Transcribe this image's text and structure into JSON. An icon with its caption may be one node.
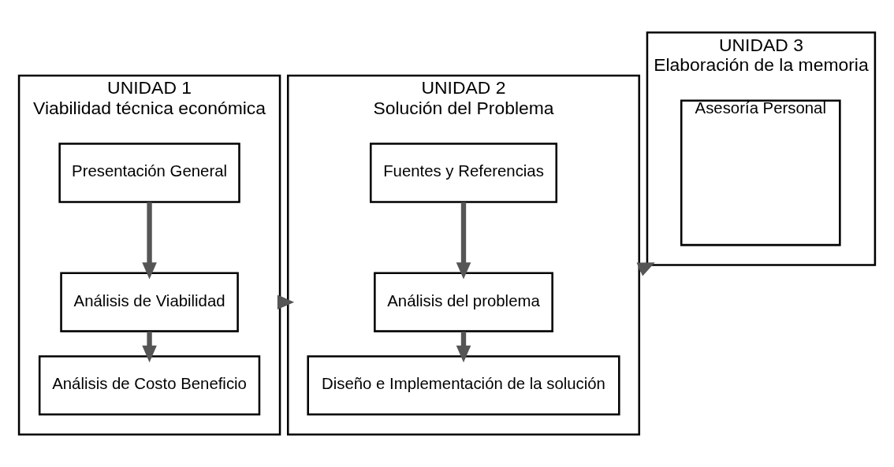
{
  "diagram": {
    "nodes": [
      {
        "text": [
          "UNIDAD 1",
          "Viabilidad técnica económica"
        ]
      },
      {
        "text": [
          "Presentación General"
        ],
        "in": 0
      },
      {
        "text": [
          "Análisis de Viabilidad"
        ],
        "in": 0
      },
      {
        "text": [
          "Análisis de Costo Beneficio"
        ],
        "in": 0
      },
      {
        "text": [
          "UNIDAD 2",
          "Solución del Problema"
        ]
      },
      {
        "text": [
          "Fuentes y Referencias"
        ],
        "in": 4
      },
      {
        "text": [
          "Análisis del problema"
        ],
        "in": 4
      },
      {
        "text": [
          "Diseño e Implementación de la solución"
        ],
        "in": 4
      },
      {
        "text": [
          "UNIDAD 3",
          "Elaboración de la memoria"
        ]
      },
      {
        "text": [
          "Asesoría Personal"
        ],
        "in": 8
      }
    ],
    "edges": [
      {
        "from": 1,
        "to": 2,
        "arrow": "to"
      },
      {
        "from": 2,
        "to": 3,
        "arrow": "to"
      },
      {
        "from": 0,
        "to": 4,
        "arrow": "to"
      },
      {
        "from": 5,
        "to": 6,
        "arrow": "to"
      },
      {
        "from": 6,
        "to": 7,
        "arrow": "to"
      },
      {
        "from": 4,
        "to": 8,
        "arrow": "to"
      }
    ]
  }
}
